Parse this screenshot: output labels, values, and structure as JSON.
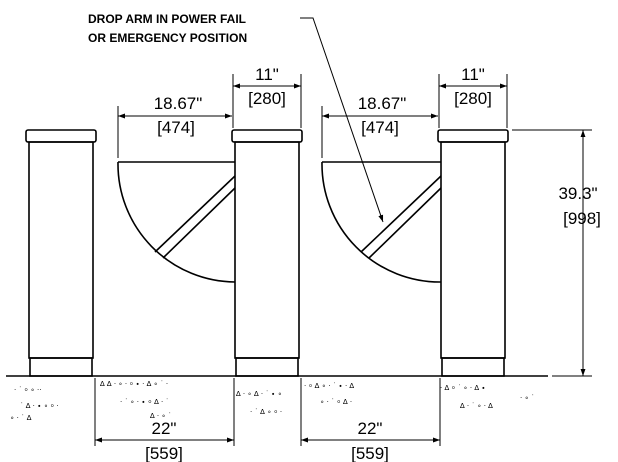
{
  "callout": {
    "line1": "DROP ARM IN POWER FAIL",
    "line2": "OR EMERGENCY POSITION"
  },
  "dimensions": {
    "cabinet_width_in": "11\"",
    "cabinet_width_mm": "[280]",
    "arm_length_in": "18.67\"",
    "arm_length_mm": "[474]",
    "height_in": "39.3\"",
    "height_mm": "[998]",
    "lane_width_in": "22\"",
    "lane_width_mm": "[559]"
  },
  "colors": {
    "line": "#000000",
    "background": "#ffffff"
  }
}
